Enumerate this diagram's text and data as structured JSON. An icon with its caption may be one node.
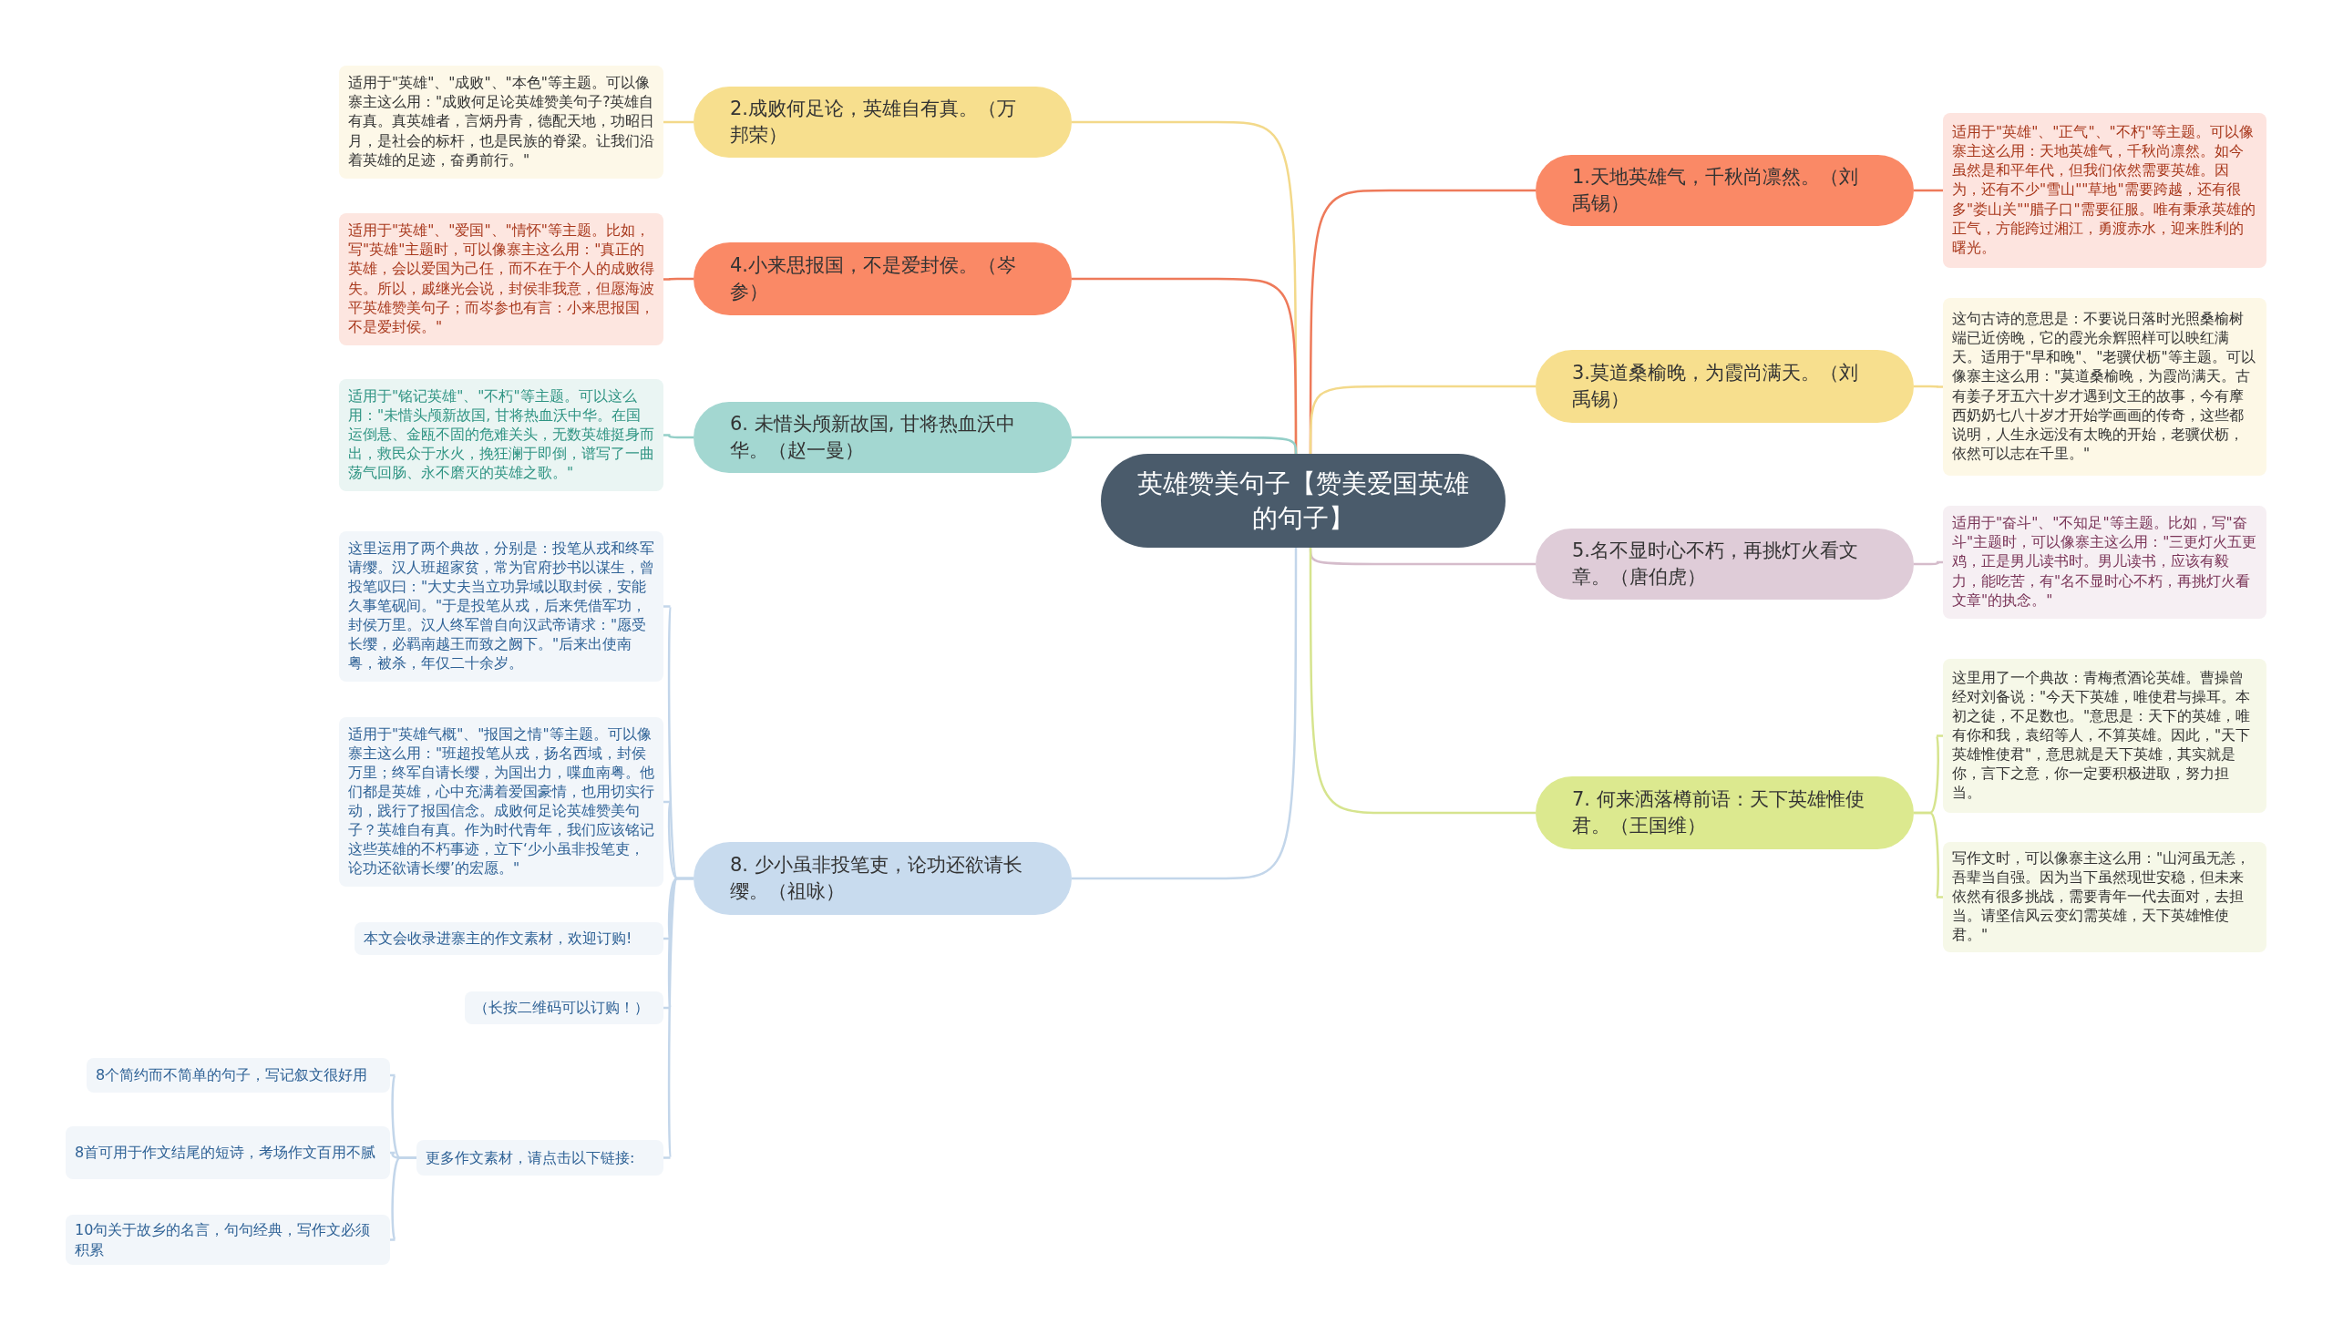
{
  "diagram": {
    "nodes": [
      {
        "text": [
          "英雄赞美句子【赞美爱国英雄的句子】"
        ]
      },
      {
        "text": [
          "2.成败何足论，英雄自有真。（万邦荣）"
        ]
      },
      {
        "text": [
          "适用于\"英雄\"、\"成败\"、\"本色\"等主题。可以像寨主这么用：\"成败何足论英雄赞美句子?英雄自有真。真英雄者，言炳丹青，德配天地，功昭日月，是社会的标杆，也是民族的脊梁。让我们沿着英雄的足迹，奋勇前行。\""
        ]
      },
      {
        "text": [
          "4.小来思报国，不是爱封侯。（岑参）"
        ]
      },
      {
        "text": [
          "适用于\"英雄\"、\"爱国\"、\"情怀\"等主题。比如，写\"英雄\"主题时，可以像寨主这么用：\"真正的英雄，会以爱国为己任，而不在于个人的成败得失。所以，戚继光会说，封侯非我意，但愿海波平英雄赞美句子；而岑参也有言：小来思报国，不是爱封侯。\""
        ]
      },
      {
        "text": [
          "6. 未惜头颅新故国, 甘将热血沃中华。（赵一曼）"
        ]
      },
      {
        "text": [
          "适用于\"铭记英雄\"、\"不朽\"等主题。可以这么用：\"未惜头颅新故国, 甘将热血沃中华。在国运倒悬、金瓯不固的危难关头，无数英雄挺身而出，救民众于水火，挽狂澜于即倒，谱写了一曲荡气回肠、永不磨灭的英雄之歌。\""
        ]
      },
      {
        "text": [
          "8. 少小虽非投笔吏，论功还欲请长缨。（祖咏）"
        ]
      },
      {
        "text": [
          "这里运用了两个典故，分别是：投笔从戎和终军请缨。汉人班超家贫，常为官府抄书以谋生，曾投笔叹曰：\"大丈夫当立功异域以取封侯，安能久事笔砚间。\"于是投笔从戎，后来凭借军功，封侯万里。汉人终军曾自向汉武帝请求：\"愿受长缨，必羁南越王而致之阙下。\"后来出使南粤，被杀，年仅二十余岁。"
        ]
      },
      {
        "text": [
          "适用于\"英雄气概\"、\"报国之情\"等主题。可以像寨主这么用：\"班超投笔从戎，扬名西域，封侯万里；终军自请长缨，为国出力，喋血南粤。他们都是英雄，心中充满着爱国豪情，也用切实行动，践行了报国信念。成败何足论英雄赞美句子？英雄自有真。作为时代青年，我们应该铭记这些英雄的不朽事迹，立下‘少小虽非投笔吏，论功还欲请长缨’的宏愿。\""
        ]
      },
      {
        "text": [
          "本文会收录进寨主的作文素材，欢迎订购!"
        ]
      },
      {
        "text": [
          "（长按二维码可以订购！）"
        ]
      },
      {
        "text": [
          "更多作文素材，请点击以下链接:"
        ]
      },
      {
        "text": [
          "8个简约而不简单的句子，写记叙文很好用"
        ]
      },
      {
        "text": [
          "8首可用于作文结尾的短诗，考场作文百用不腻"
        ]
      },
      {
        "text": [
          "10句关于故乡的名言，句句经典，写作文必须积累"
        ]
      },
      {
        "text": [
          "1.天地英雄气，千秋尚凛然。（刘禹锡）"
        ]
      },
      {
        "text": [
          "适用于\"英雄\"、\"正气\"、\"不朽\"等主题。可以像寨主这么用：天地英雄气，千秋尚凛然。如今虽然是和平年代，但我们依然需要英雄。因为，还有不少\"雪山\"\"草地\"需要跨越，还有很多\"娄山关\"\"腊子口\"需要征服。唯有秉承英雄的正气，方能跨过湘江，勇渡赤水，迎来胜利的曙光。"
        ]
      },
      {
        "text": [
          "3.莫道桑榆晚，为霞尚满天。（刘禹锡）"
        ]
      },
      {
        "text": [
          "这句古诗的意思是：不要说日落时光照桑榆树端已近傍晚，它的霞光余辉照样可以映红满天。适用于\"早和晚\"、\"老骥伏枥\"等主题。可以像寨主这么用：\"莫道桑榆晚，为霞尚满天。古有姜子牙五六十岁才遇到文王的故事，今有摩西奶奶七八十岁才开始学画画的传奇，这些都说明，人生永远没有太晚的开始，老骥伏枥，依然可以志在千里。\""
        ]
      },
      {
        "text": [
          "5.名不显时心不朽，再挑灯火看文章。（唐伯虎）"
        ]
      },
      {
        "text": [
          "适用于\"奋斗\"、\"不知足\"等主题。比如，写\"奋斗\"主题时，可以像寨主这么用：\"三更灯火五更鸡，正是男儿读书时。男儿读书，应该有毅力，能吃苦，有\"名不显时心不朽，再挑灯火看文章\"的执念。\""
        ]
      },
      {
        "text": [
          "7. 何来洒落樽前语：天下英雄惟使君。（王国维）"
        ]
      },
      {
        "text": [
          "这里用了一个典故：青梅煮酒论英雄。曹操曾经对刘备说：\"今天下英雄，唯使君与操耳。本初之徒，不足数也。\"意思是：天下的英雄，唯有你和我，袁绍等人，不算英雄。因此，\"天下英雄惟使君\"，意思就是天下英雄，其实就是你，言下之意，你一定要积极进取，努力担当。"
        ]
      },
      {
        "text": [
          "写作文时，可以像寨主这么用：\"山河虽无恙，吾辈当自强。因为当下虽然现世安稳，但未来依然有很多挑战，需要青年一代去面对，去担当。请坚信风云变幻需英雄，天下英雄惟使君。\""
        ]
      }
    ],
    "edges": [
      {
        "from": 0,
        "to": 1,
        "arrow": "none",
        "color": "#f3d98a"
      },
      {
        "from": 0,
        "to": 3,
        "arrow": "none",
        "color": "#ee7a5a"
      },
      {
        "from": 0,
        "to": 5,
        "arrow": "none",
        "color": "#94cfc8"
      },
      {
        "from": 0,
        "to": 7,
        "arrow": "none",
        "color": "#c3d6ea"
      },
      {
        "from": 0,
        "to": 16,
        "arrow": "none",
        "color": "#ee7a5a"
      },
      {
        "from": 0,
        "to": 18,
        "arrow": "none",
        "color": "#f3d98a"
      },
      {
        "from": 0,
        "to": 20,
        "arrow": "none",
        "color": "#d5bccb"
      },
      {
        "from": 0,
        "to": 22,
        "arrow": "none",
        "color": "#d6e48e"
      },
      {
        "from": 1,
        "to": 2,
        "arrow": "none",
        "color": "#f3d98a"
      },
      {
        "from": 3,
        "to": 4,
        "arrow": "none",
        "color": "#ee7a5a"
      },
      {
        "from": 5,
        "to": 6,
        "arrow": "none",
        "color": "#94cfc8"
      },
      {
        "from": 7,
        "to": 8,
        "arrow": "none",
        "color": "#c3d6ea"
      },
      {
        "from": 7,
        "to": 9,
        "arrow": "none",
        "color": "#c3d6ea"
      },
      {
        "from": 7,
        "to": 10,
        "arrow": "none",
        "color": "#c3d6ea"
      },
      {
        "from": 7,
        "to": 11,
        "arrow": "none",
        "color": "#c3d6ea"
      },
      {
        "from": 7,
        "to": 12,
        "arrow": "none",
        "color": "#c3d6ea"
      },
      {
        "from": 12,
        "to": 13,
        "arrow": "none",
        "color": "#c3d6ea"
      },
      {
        "from": 12,
        "to": 14,
        "arrow": "none",
        "color": "#c3d6ea"
      },
      {
        "from": 12,
        "to": 15,
        "arrow": "none",
        "color": "#c3d6ea"
      },
      {
        "from": 16,
        "to": 17,
        "arrow": "none",
        "color": "#ee7a5a"
      },
      {
        "from": 18,
        "to": 19,
        "arrow": "none",
        "color": "#f3d98a"
      },
      {
        "from": 20,
        "to": 21,
        "arrow": "none",
        "color": "#d5bccb"
      },
      {
        "from": 22,
        "to": 23,
        "arrow": "none",
        "color": "#d6e48e"
      },
      {
        "from": 22,
        "to": 24,
        "arrow": "none",
        "color": "#d6e48e"
      }
    ]
  }
}
